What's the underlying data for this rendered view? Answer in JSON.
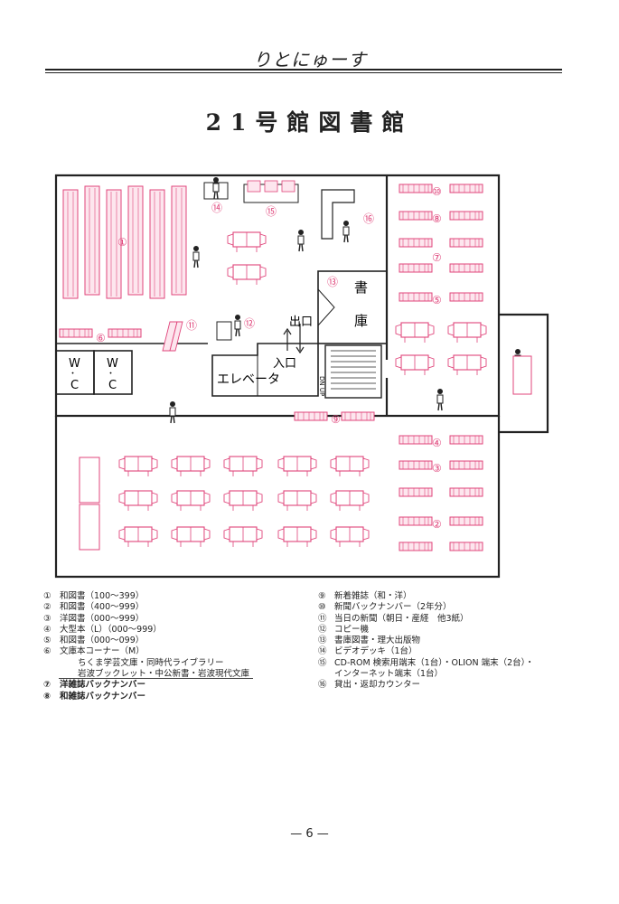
{
  "header": {
    "title": "りとにゅーす"
  },
  "document": {
    "title": "21号館図書館"
  },
  "map_labels": {
    "n1": "①",
    "n2": "②",
    "n3": "③",
    "n4": "④",
    "n5": "⑤",
    "n6": "⑥",
    "n7": "⑦",
    "n8": "⑧",
    "n9": "⑨",
    "n10": "⑩",
    "n11": "⑪",
    "n12": "⑫",
    "n13": "⑬",
    "n14": "⑭",
    "n15": "⑮",
    "n16": "⑯",
    "stack_1": "書",
    "stack_2": "庫",
    "exit": "出口",
    "entrance": "入口",
    "elevator": "エレベータ",
    "wc_w": "W",
    "wc_dot": "・",
    "wc_c": "C",
    "stairs": "DN UP"
  },
  "legend_left": [
    {
      "num": "①",
      "text": "和図書（100〜399）"
    },
    {
      "num": "②",
      "text": "和図書（400〜999）"
    },
    {
      "num": "③",
      "text": "洋図書（000〜999）"
    },
    {
      "num": "④",
      "text": "大型本（L）（000〜999）"
    },
    {
      "num": "⑤",
      "text": "和図書（000〜099）"
    },
    {
      "num": "⑥",
      "text": "文庫本コーナー（M）"
    }
  ],
  "legend_left_sub": [
    "ちくま学芸文庫・同時代ライブラリー",
    "岩波ブックレット・中公新書・岩波現代文庫"
  ],
  "legend_left_bold": [
    {
      "num": "⑦",
      "text": "洋雑誌バックナンバー"
    },
    {
      "num": "⑧",
      "text": "和雑誌バックナンバー"
    }
  ],
  "legend_right": [
    {
      "num": "⑨",
      "text": "新着雑誌（和・洋）"
    },
    {
      "num": "⑩",
      "text": "新聞バックナンバー（2年分）"
    },
    {
      "num": "⑪",
      "text": "当日の新聞（朝日・産経　他3紙）"
    },
    {
      "num": "⑫",
      "text": "コピー機"
    },
    {
      "num": "⑬",
      "text": "書庫図書・理大出版物"
    },
    {
      "num": "⑭",
      "text": "ビデオデッキ（1台）"
    },
    {
      "num": "⑮",
      "text": "CD-ROM 検索用端末（1台）・OLION 端末（2台）・"
    }
  ],
  "legend_right_sub": "インターネット端末（1台）",
  "legend_right_last": {
    "num": "⑯",
    "text": "貸出・返却カウンター"
  },
  "footer": {
    "page": "— 6 —"
  },
  "colors": {
    "pink": "#e0457b",
    "ink": "#222222"
  }
}
